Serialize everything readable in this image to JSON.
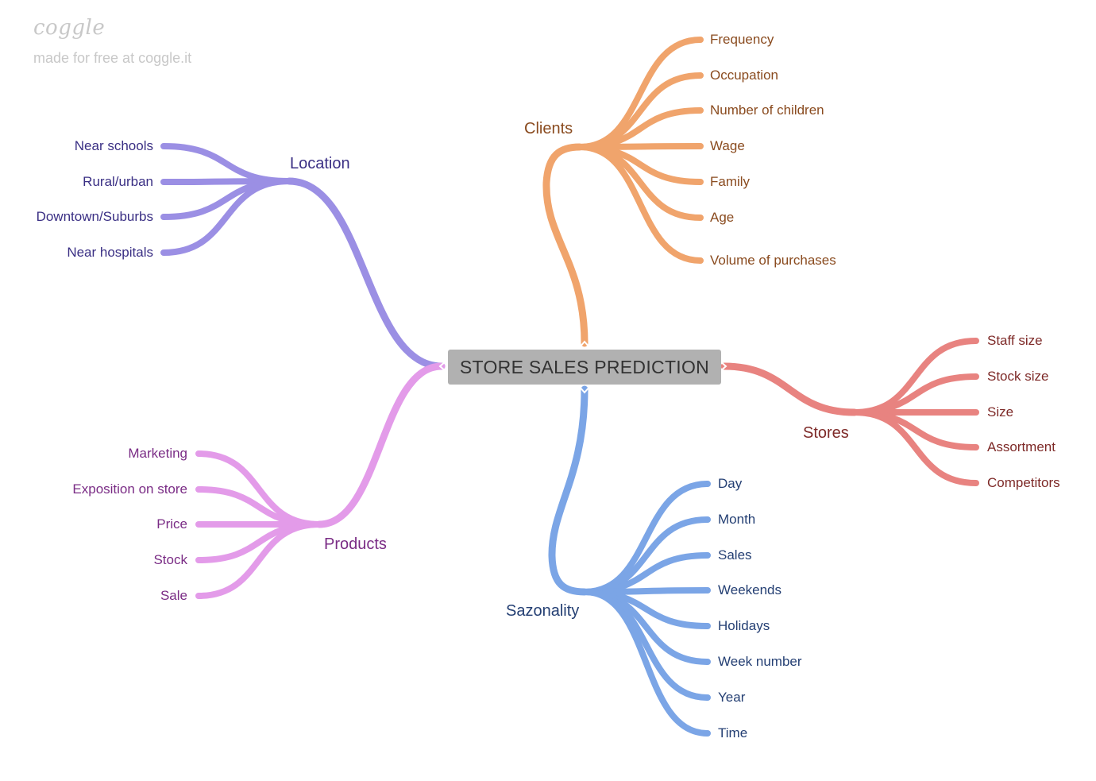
{
  "watermark": {
    "logo": "coggle",
    "tagline": "made for free at coggle.it"
  },
  "root": {
    "label": "STORE SALES PREDICTION"
  },
  "branches": [
    {
      "key": "clients",
      "label": "Clients",
      "color": "#f0a46c",
      "text_color": "#8a4b1f",
      "leaves": [
        "Frequency",
        "Occupation",
        "Number of children",
        "Wage",
        "Family",
        "Age",
        "Volume of purchases"
      ]
    },
    {
      "key": "location",
      "label": "Location",
      "color": "#9b8fe4",
      "text_color": "#3a2f84",
      "leaves": [
        "Near schools",
        "Rural/urban",
        "Downtown/Suburbs",
        "Near hospitals"
      ]
    },
    {
      "key": "stores",
      "label": "Stores",
      "color": "#e88380",
      "text_color": "#7e2a28",
      "leaves": [
        "Staff size",
        "Stock size",
        "Size",
        "Assortment",
        "Competitors"
      ]
    },
    {
      "key": "products",
      "label": "Products",
      "color": "#e39be9",
      "text_color": "#7a2c85",
      "leaves": [
        "Marketing",
        "Exposition on store",
        "Price",
        "Stock",
        "Sale"
      ]
    },
    {
      "key": "sazonality",
      "label": "Sazonality",
      "color": "#7ba5e6",
      "text_color": "#243f73",
      "leaves": [
        "Day",
        "Month",
        "Sales",
        "Weekends",
        "Holidays",
        "Week number",
        "Year",
        "Time"
      ]
    }
  ]
}
